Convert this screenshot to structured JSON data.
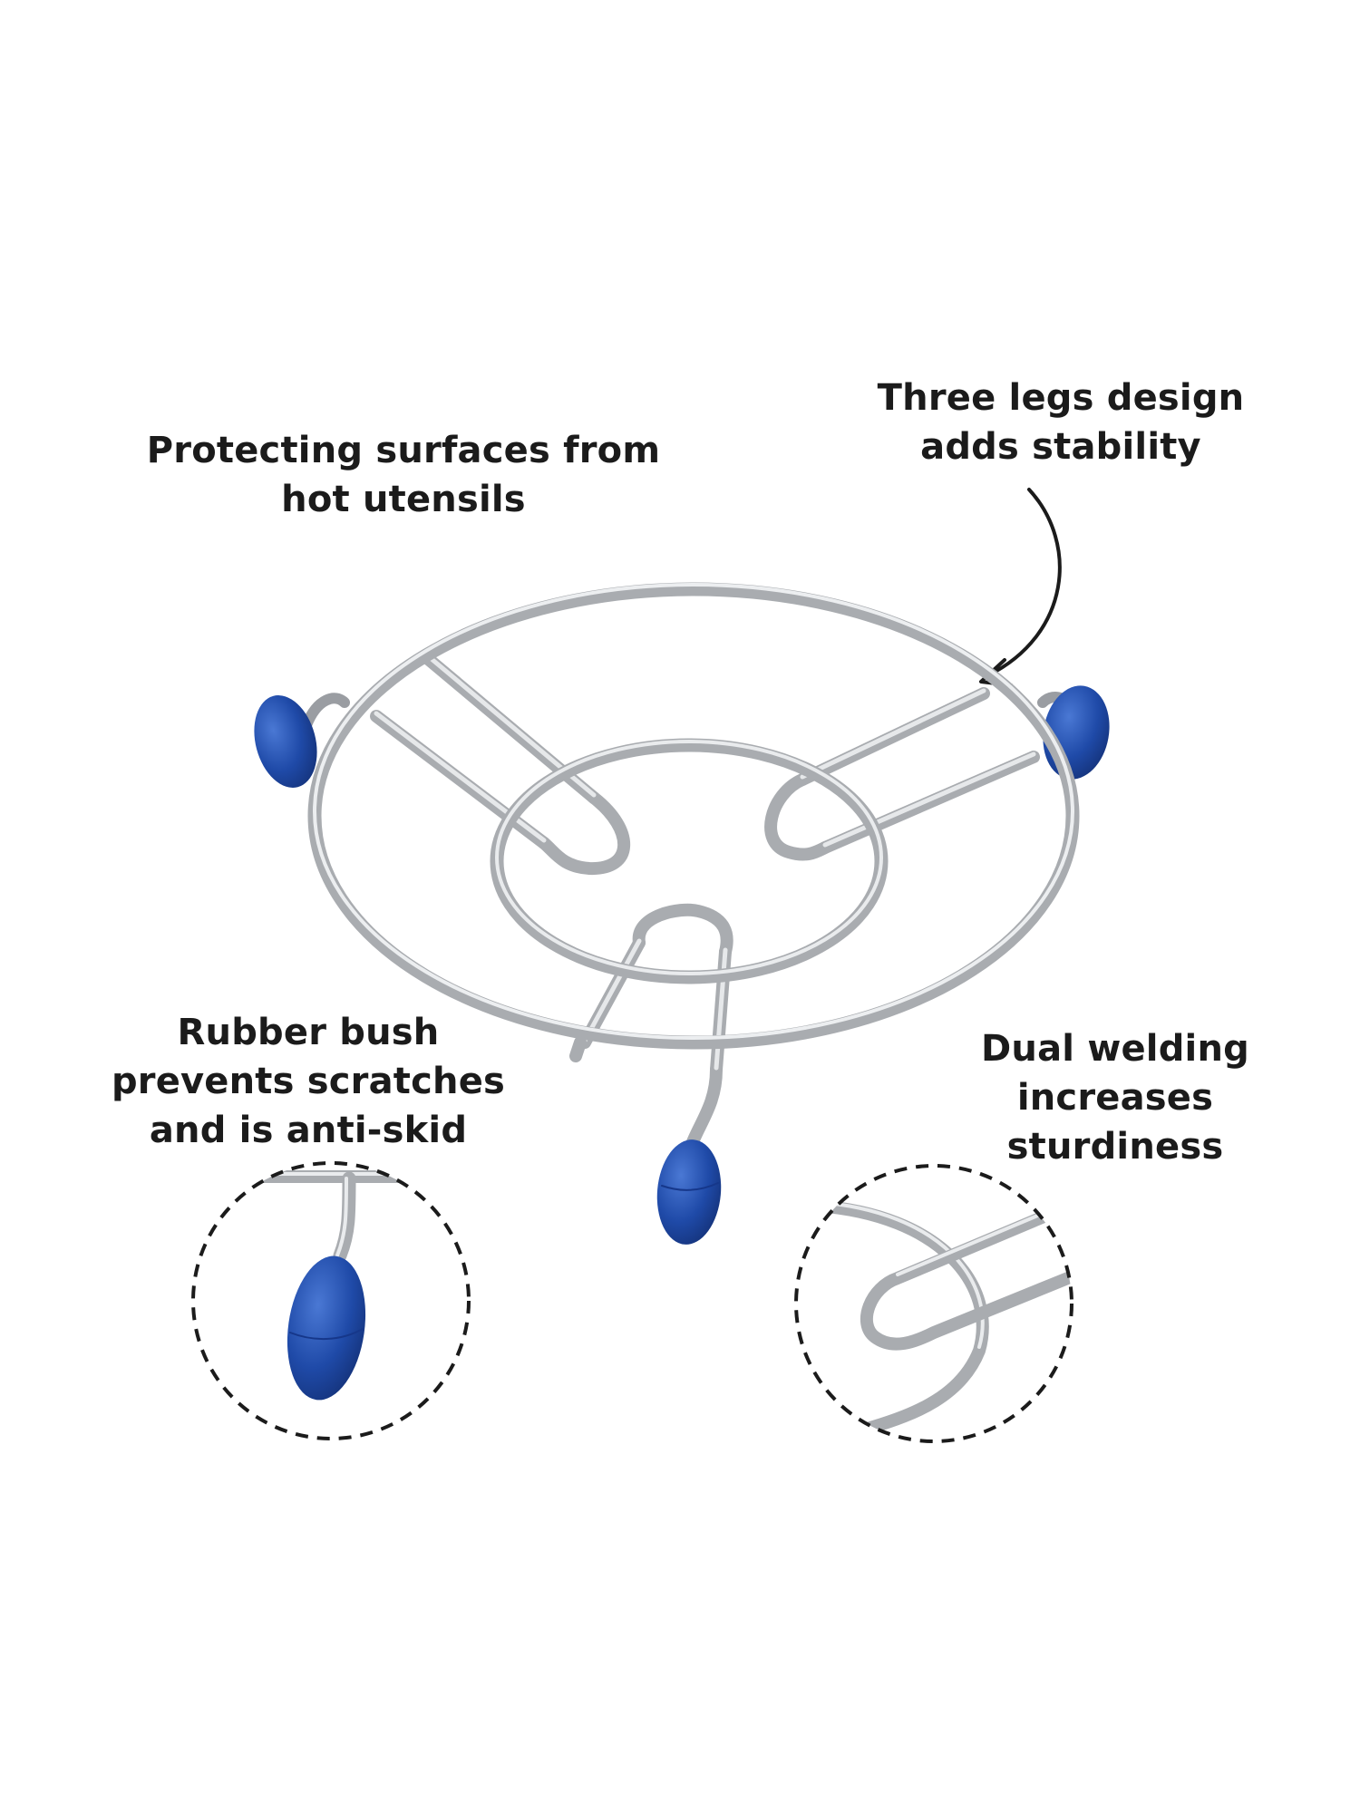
{
  "callouts": {
    "protect": [
      "Protecting surfaces from",
      "hot utensils"
    ],
    "legs": [
      "Three legs design",
      "adds stability"
    ],
    "rubber": [
      "Rubber bush",
      "prevents scratches",
      "and is anti-skid"
    ],
    "weld": [
      "Dual welding",
      "increases",
      "sturdiness"
    ]
  },
  "colors": {
    "steel": "#b9bcc0",
    "steel_highlight": "#eef0f2",
    "steel_shadow": "#7f8388",
    "rubber": "#1f4aa8",
    "rubber_highlight": "#4a78d4",
    "text": "#1b1b1b",
    "dashed_circle": "#1b1b1b"
  },
  "icons": {
    "arrow": "curved-arrow-icon",
    "trivet": "steel-trivet-illustration",
    "leg_detail": "rubber-foot-detail-icon",
    "weld_detail": "weld-joint-detail-icon"
  }
}
